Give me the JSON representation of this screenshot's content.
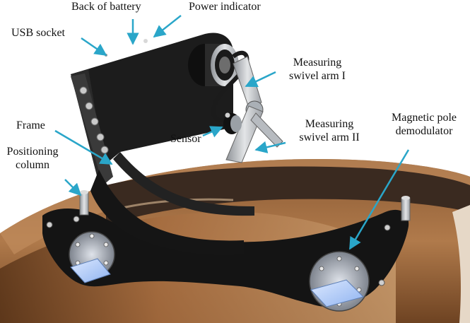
{
  "labels": {
    "back_of_battery": "Back of battery",
    "power_indicator": "Power indicator",
    "usb_socket": "USB socket",
    "measuring_swivel_arm_1_line1": "Measuring",
    "measuring_swivel_arm_1_line2": "swivel arm I",
    "frame": "Frame",
    "positioning_column_line1": "Positioning",
    "positioning_column_line2": "column",
    "sensor": "Sensor",
    "measuring_swivel_arm_2_line1": "Measuring",
    "measuring_swivel_arm_2_line2": "swivel arm II",
    "magnetic_pole_demodulator_line1": "Magnetic pole",
    "magnetic_pole_demodulator_line2": "demodulator"
  },
  "colors": {
    "arrow": "#2aa6c9",
    "device_body": "#161616",
    "ring_metal": "#a06a3e",
    "aluminum": "#b9bcc0"
  }
}
